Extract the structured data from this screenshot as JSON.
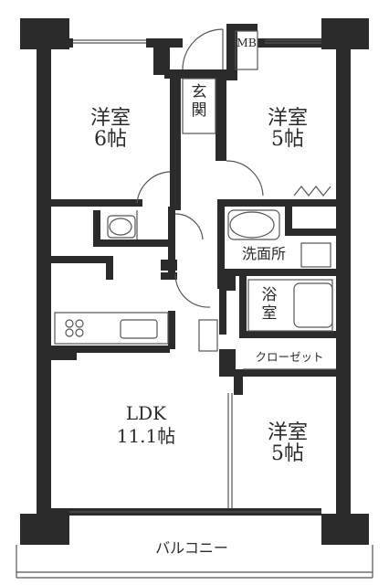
{
  "rooms": {
    "bedroom_nw": {
      "name": "洋室",
      "size": "6帖"
    },
    "bedroom_ne": {
      "name": "洋室",
      "size": "5帖"
    },
    "bedroom_se": {
      "name": "洋室",
      "size": "5帖"
    },
    "ldk": {
      "name": "LDK",
      "size": "11.1帖"
    },
    "entrance": "玄関",
    "washroom": "洗面所",
    "bathroom": "浴室",
    "closet": "クローゼット",
    "mb": "MB",
    "balcony": "バルコニー"
  },
  "colors": {
    "wall": "#2b2b2b",
    "background": "#ffffff",
    "line": "#555555"
  }
}
